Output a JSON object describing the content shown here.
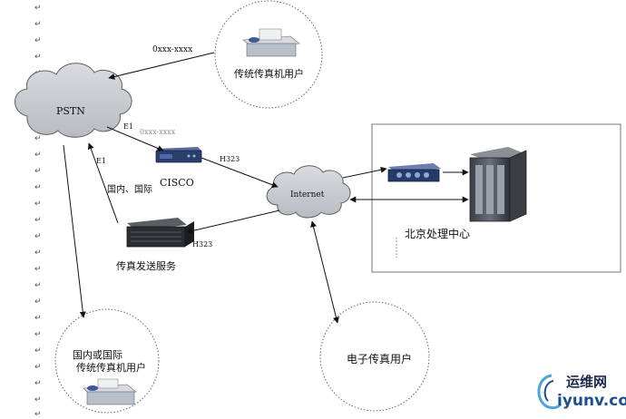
{
  "nodes": {
    "pstn": "PSTN",
    "internet": "Internet",
    "cisco": "CISCO",
    "fax_server": "传真发送服务",
    "processing_center": "北京处理中心",
    "traditional_fax_user": "传统传真机用户",
    "domestic_fax_user_line1": "国内或国际",
    "domestic_fax_user_line2": "传统传真机用户",
    "electronic_fax_user": "电子传真用户"
  },
  "edges": {
    "number_top": "0xxx-xxxx",
    "number_mid": "0xxx-xxxx",
    "e1_left": "E1",
    "e1_mid": "E1",
    "h323_cisco": "H323",
    "h323_server": "H323",
    "domestic_international": "国内、国际"
  },
  "margin_mark": "↵",
  "watermark": {
    "cn": "运维网",
    "en": "iyunv.com"
  },
  "colors": {
    "cloud": "#c9ccd1",
    "cloud_stroke": "#5d6066",
    "router": "#2a3e6c",
    "line": "#111111"
  }
}
